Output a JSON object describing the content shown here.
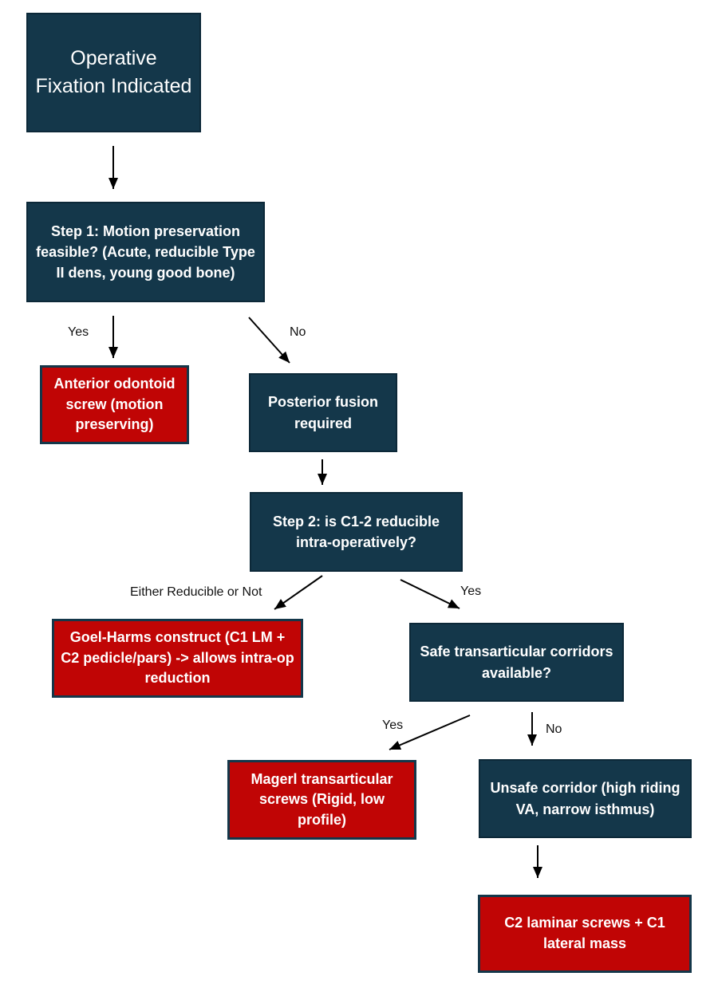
{
  "diagram": {
    "type": "flowchart",
    "topic": "Operative fixation decision algorithm for C1-2 / odontoid fixation",
    "colors": {
      "decision_box_fill": "#14374a",
      "decision_box_border": "#0c2838",
      "outcome_box_fill": "#c00505",
      "outcome_box_border": "#14374a",
      "box_text": "#ffffff",
      "arrow": "#000000",
      "edge_label_text": "#111111",
      "background": "#ffffff"
    },
    "nodes": {
      "start": {
        "label": "Operative Fixation Indicated",
        "type": "decision"
      },
      "step1": {
        "label": "Step 1: Motion preservation feasible? (Acute, reducible Type II dens, young good bone)",
        "type": "decision"
      },
      "anterior": {
        "label": "Anterior odontoid screw (motion preserving)",
        "type": "outcome"
      },
      "posterior": {
        "label": "Posterior fusion required",
        "type": "decision"
      },
      "step2": {
        "label": "Step 2: is C1-2 reducible intra-operatively?",
        "type": "decision"
      },
      "goel": {
        "label": "Goel-Harms construct (C1 LM + C2 pedicle/pars) -> allows intra-op reduction",
        "type": "outcome"
      },
      "safe": {
        "label": "Safe transarticular corridors available?",
        "type": "decision"
      },
      "magerl": {
        "label": "Magerl transarticular screws (Rigid, low profile)",
        "type": "outcome"
      },
      "unsafe": {
        "label": "Unsafe corridor (high riding VA, narrow isthmus)",
        "type": "decision"
      },
      "c2laminar": {
        "label": "C2 laminar screws + C1 lateral mass",
        "type": "outcome"
      }
    },
    "edge_labels": {
      "step1_yes": "Yes",
      "step1_no": "No",
      "step2_either": "Either Reducible or Not",
      "step2_yes": "Yes",
      "safe_yes": "Yes",
      "safe_no": "No"
    }
  }
}
